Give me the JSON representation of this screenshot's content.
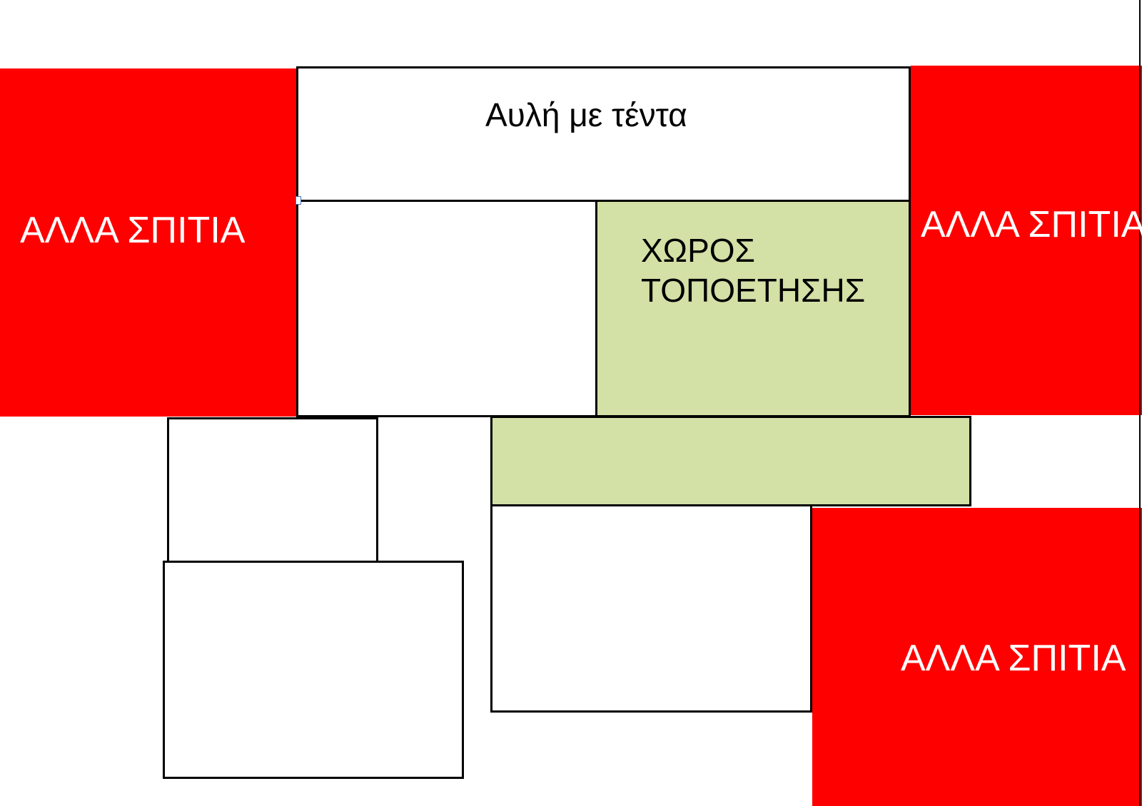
{
  "labels": {
    "courtyard": "Αυλή με τέντα",
    "placement_area_line1": "ΧΩΡΟΣ",
    "placement_area_line2": "ΤΟΠΟΕΤΗΣΗΣ",
    "other_houses_left": "ΑΛΛΑ ΣΠΙΤΙΑ",
    "other_houses_right": "ΑΛΛΑ ΣΠΙΤΙΑ",
    "other_houses_bottom_right": "ΑΛΛΑ ΣΠΙΤΙΑ"
  },
  "colors": {
    "other_houses": "#ff0000",
    "placement_area": "#d3e0a6",
    "outline": "#000000",
    "empty_area": "#ffffff"
  }
}
